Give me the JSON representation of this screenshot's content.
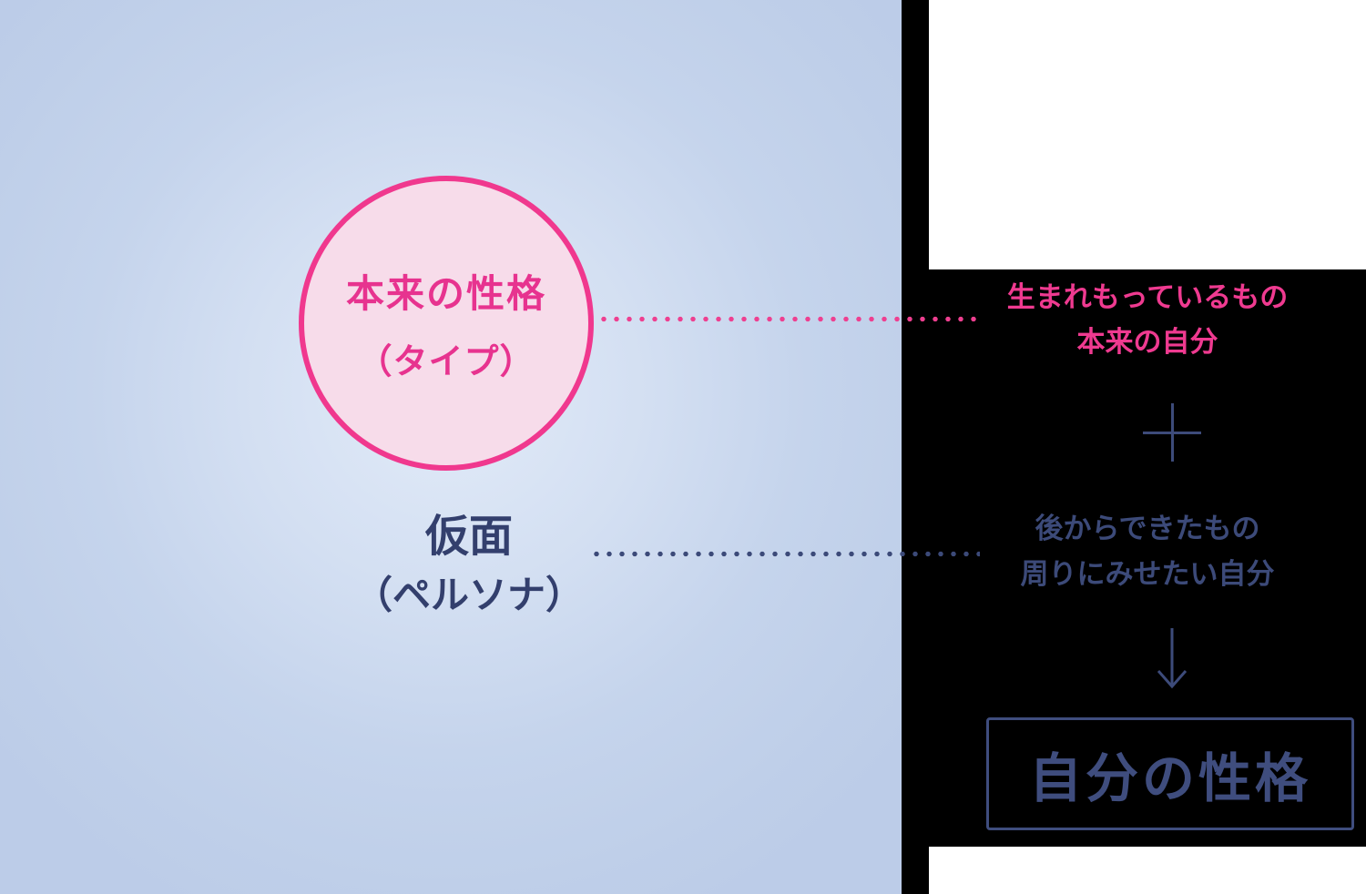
{
  "left_panel": {
    "circle": {
      "line1": "本来の性格",
      "line2": "（タイプ）"
    },
    "persona": {
      "line1": "仮面",
      "line2": "（ペルソナ）"
    }
  },
  "right_panel": {
    "innate": {
      "line1": "生まれもっているもの",
      "line2": "本来の自分"
    },
    "acquired": {
      "line1": "後からできたもの",
      "line2": "周りにみせたい自分"
    },
    "result": "自分の性格"
  },
  "icons": {
    "plus": "plus-icon",
    "arrow_down": "arrow-down-icon"
  },
  "colors": {
    "pink": "#f0388e",
    "pink_text": "#e7338f",
    "pink_fill": "#f7dcea",
    "navy": "#3c4a79",
    "navy_dark": "#333f6d",
    "panel_blue": "#bfcfe9",
    "panel_blue_light": "#e2ebf8",
    "background": "#000000",
    "white": "#ffffff"
  }
}
